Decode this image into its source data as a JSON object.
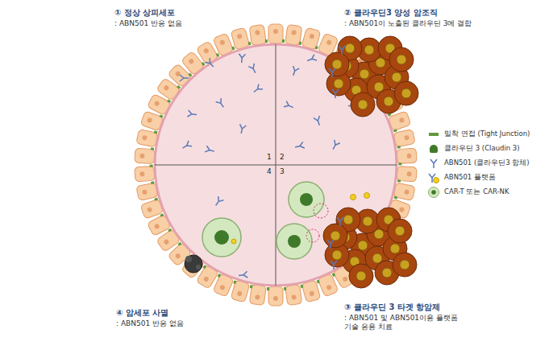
{
  "diagram": {
    "labels": [
      "① 정상 상피세포",
      ": ABN501 반응 없음",
      "② 클라우딘3 양성 암조직",
      ": ABN501이 노출된 클라우딘 3에 결합",
      "④ 암세포 사멸",
      ": ABN501 반응 없음",
      "③ 클라우딘 3 타겟 항암제",
      ": ABN501 및 ABN501이용 플랫폼 기술 응용 치료",
      "1",
      "2",
      "4",
      "3"
    ],
    "legend": [
      {
        "text": "밀착 연접 (Tight Junction)",
        "color": "#5f9a3a"
      },
      {
        "text": "클라우딘 3 (Claudin 3)",
        "color": "#3f7a2a"
      },
      {
        "text": "ABN501 (클라우딘3 항체)"
      },
      {
        "text": "ABN501 플랫폼"
      },
      {
        "text": "CAR-T 또는 CAR-NK"
      }
    ]
  }
}
